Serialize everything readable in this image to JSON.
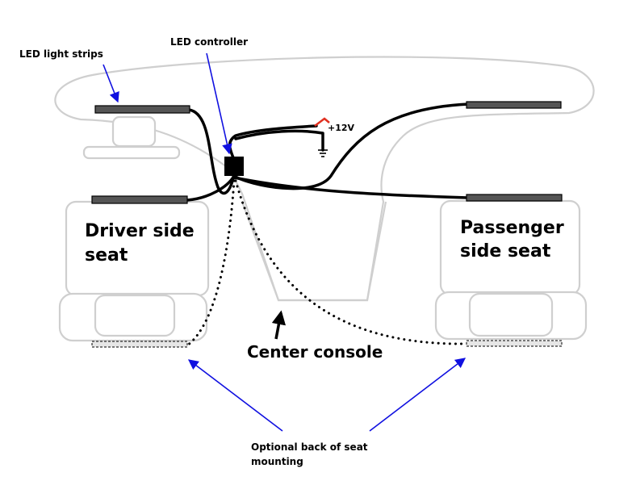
{
  "labels": {
    "led_strips": "LED light strips",
    "led_controller": "LED controller",
    "power": "+12V",
    "driver_seat_line1": "Driver side",
    "driver_seat_line2": "seat",
    "passenger_seat_line1": "Passenger",
    "passenger_seat_line2": "side seat",
    "center_console": "Center console",
    "optional_line1": "Optional back of seat",
    "optional_line2": "mounting"
  },
  "colors": {
    "arrow": "#1010e0",
    "positive_wire": "#e03020",
    "wire": "#000000",
    "outline": "#cfcfcf"
  }
}
